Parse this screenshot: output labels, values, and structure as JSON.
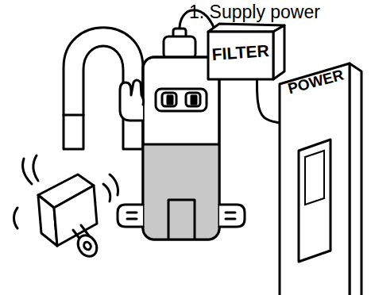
{
  "diagram": {
    "title": "1. Supply power",
    "nodes": [
      {
        "text": [
          "FILTER"
        ]
      },
      {
        "text": [
          "POWER"
        ]
      }
    ],
    "edges": [
      {
        "from": 0,
        "to": 1,
        "arrow": "none"
      }
    ]
  }
}
